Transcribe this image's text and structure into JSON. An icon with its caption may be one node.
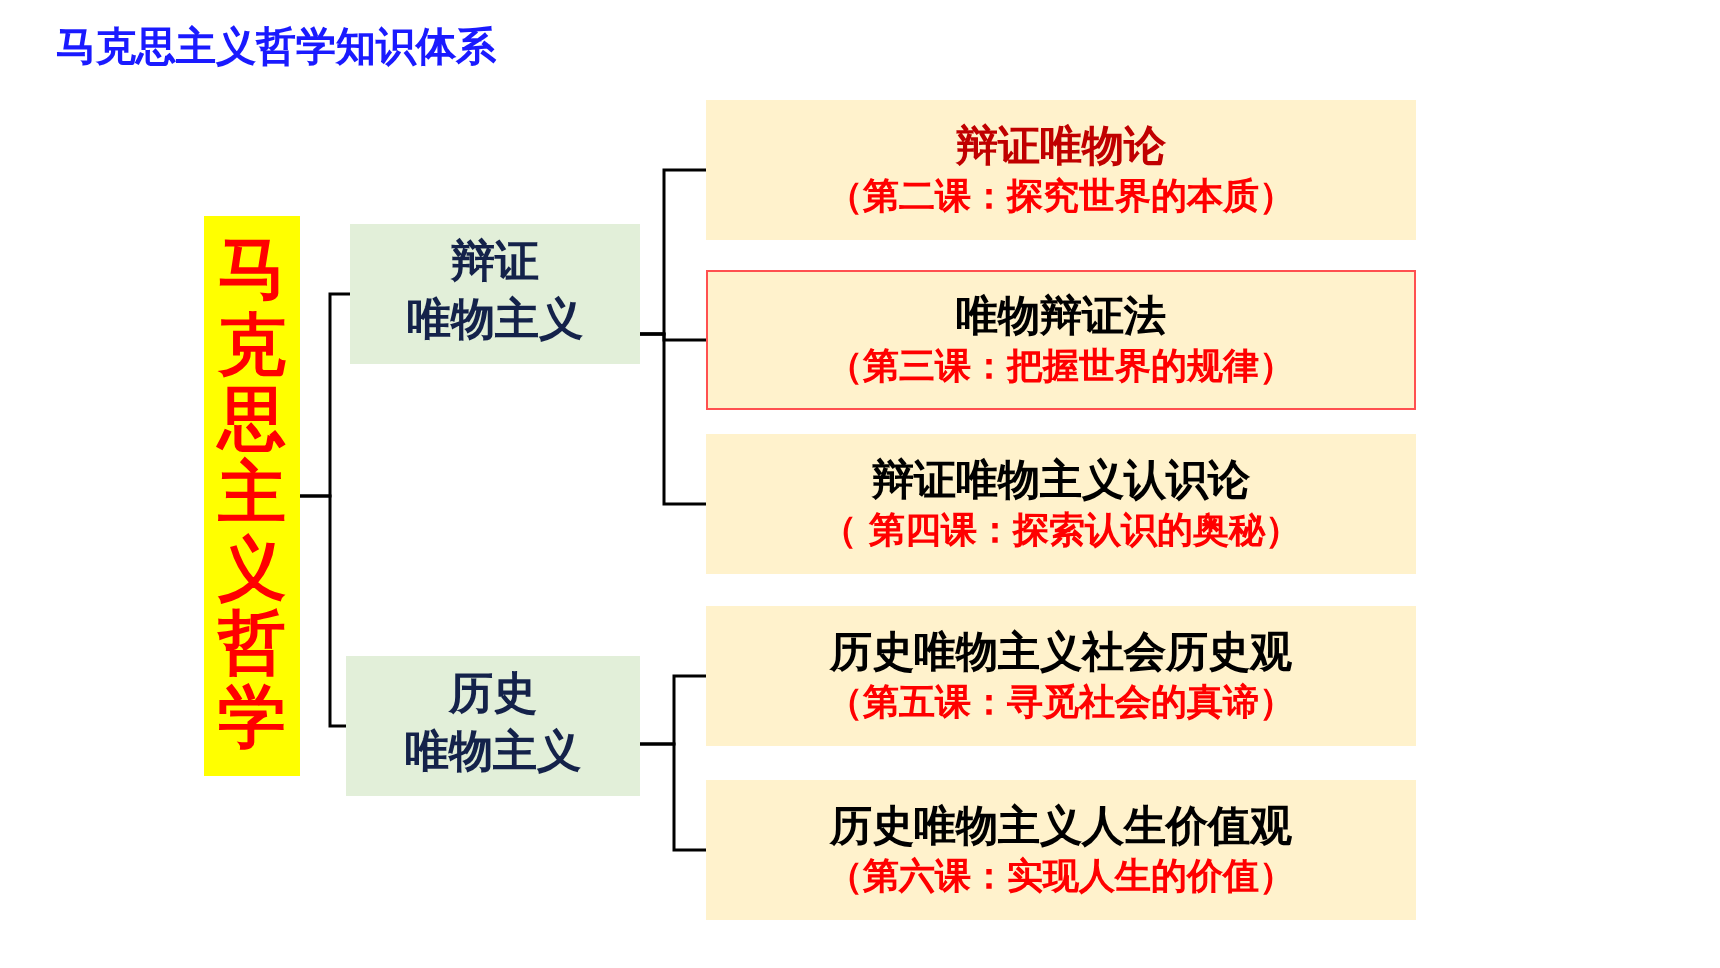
{
  "diagram": {
    "title": "马克思主义哲学知识体系",
    "nodes": [
      {
        "text": [
          "马克思主义哲学"
        ]
      },
      {
        "text": [
          "辩证",
          "唯物主义"
        ]
      },
      {
        "text": [
          "历史",
          "唯物主义"
        ]
      },
      {
        "text": [
          "辩证唯物论",
          "（第二课：探究世界的本质）"
        ]
      },
      {
        "text": [
          "唯物辩证法",
          "（第三课：把握世界的规律）"
        ]
      },
      {
        "text": [
          "辩证唯物主义认识论",
          "（ 第四课：探索认识的奥秘）"
        ]
      },
      {
        "text": [
          "历史唯物主义社会历史观",
          "（第五课：寻觅社会的真谛）"
        ]
      },
      {
        "text": [
          "历史唯物主义人生价值观",
          "（第六课：实现人生的价值）"
        ]
      }
    ],
    "edges": [
      {
        "from": 0,
        "to": 1,
        "arrow": "none"
      },
      {
        "from": 0,
        "to": 2,
        "arrow": "none"
      },
      {
        "from": 1,
        "to": 3,
        "arrow": "none"
      },
      {
        "from": 1,
        "to": 4,
        "arrow": "none"
      },
      {
        "from": 1,
        "to": 5,
        "arrow": "none"
      },
      {
        "from": 2,
        "to": 6,
        "arrow": "none"
      },
      {
        "from": 2,
        "to": 7,
        "arrow": "none"
      }
    ]
  }
}
